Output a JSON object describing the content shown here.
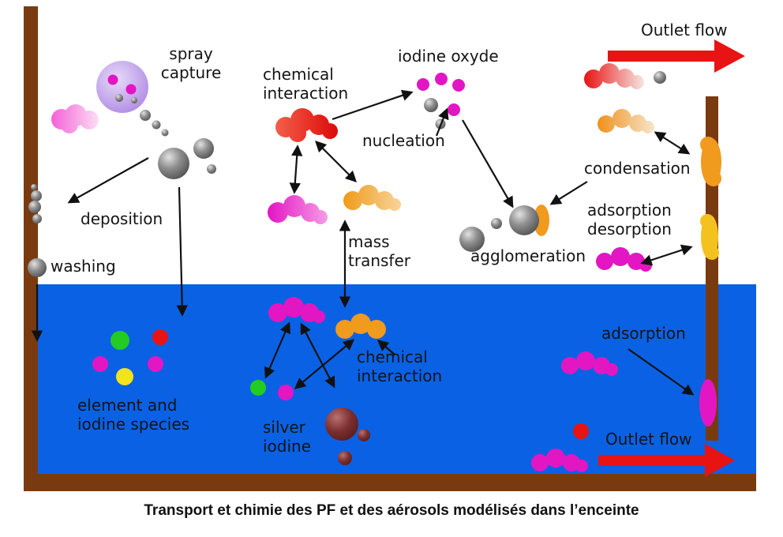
{
  "labels": {
    "outlet_flow_top": "Outlet flow",
    "spray_capture": "spray\ncapture",
    "chemical_interaction_top": "chemical\ninteraction",
    "iodine_oxyde": "iodine oxyde",
    "nucleation": "nucleation",
    "condensation": "condensation",
    "adsorption_desorption": "adsorption\ndesorption",
    "agglomeration": "agglomeration",
    "deposition": "deposition",
    "washing": "washing",
    "mass_transfer": "mass\ntransfer",
    "element_iodine_species": "element and\niodine species",
    "silver_iodine": "silver\niodine",
    "chemical_interaction_water": "chemical\ninteraction",
    "adsorption": "adsorption",
    "outlet_flow_bottom": "Outlet flow"
  },
  "caption": "Transport et chimie des PF et des aérosols modélisés dans l’enceinte",
  "colors": {
    "wall": "#7a3a10",
    "water": "#0a61e4",
    "magenta": "#e316c3",
    "orange": "#f09a1e",
    "yellow_blob": "#f3c21e",
    "red": "#e81313",
    "green_dot": "#22cc22",
    "yellow_dot": "#f2e418",
    "arrow_black": "#111111",
    "arrow_red": "#e81313"
  }
}
